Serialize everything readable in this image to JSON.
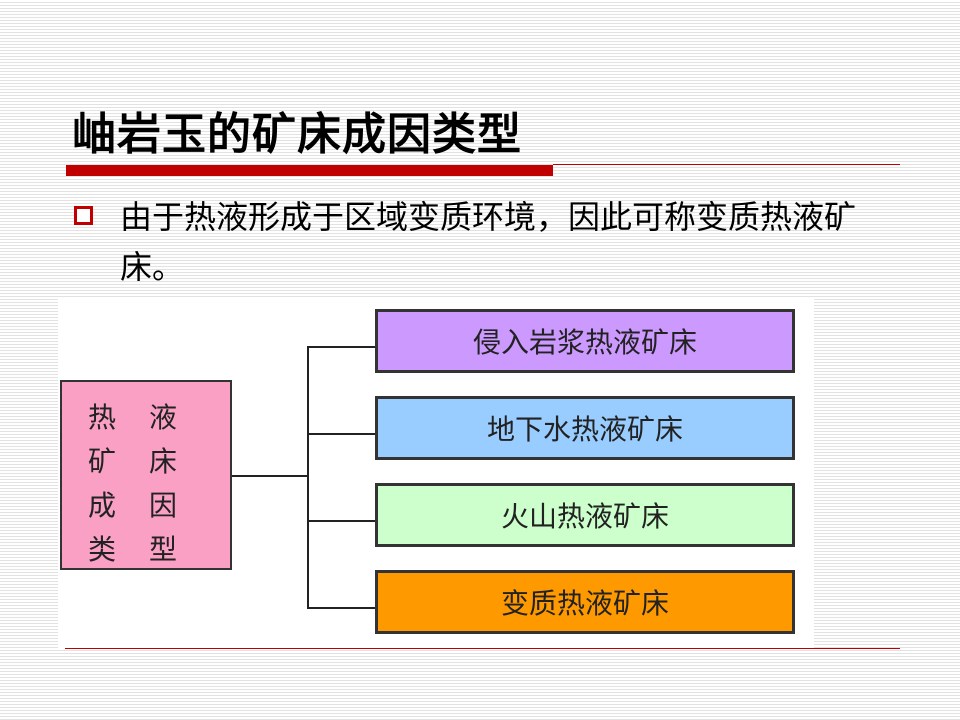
{
  "slide": {
    "title": "岫岩玉的矿床成因类型",
    "bullet_text": "由于热液形成于区域变质环境，因此可称变质热液矿床。"
  },
  "diagram": {
    "root_chars": [
      "热",
      "液",
      "矿",
      "床",
      "成",
      "因",
      "类",
      "型"
    ],
    "root_label": "热液矿床成因类型",
    "children": [
      {
        "label": "侵入岩浆热液矿床",
        "color": "#cc99ff"
      },
      {
        "label": "地下水热液矿床",
        "color": "#99ccff"
      },
      {
        "label": "火山热液矿床",
        "color": "#ccffcc"
      },
      {
        "label": "变质热液矿床",
        "color": "#ff9900"
      }
    ]
  },
  "colors": {
    "accent": "#c00000",
    "root_fill": "#f9a0c4"
  }
}
